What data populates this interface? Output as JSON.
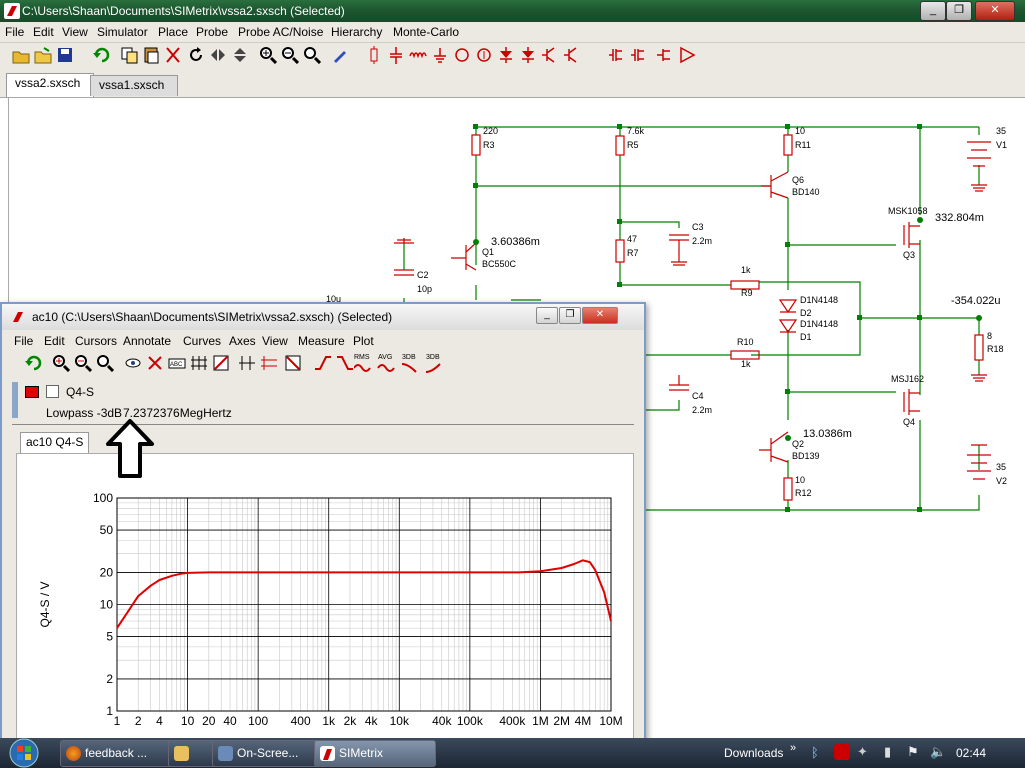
{
  "main_window": {
    "title": "C:\\Users\\Shaan\\Documents\\SIMetrix\\vssa2.sxsch (Selected)",
    "menu": [
      "File",
      "Edit",
      "View",
      "Simulator",
      "Place",
      "Probe",
      "Probe AC/Noise",
      "Hierarchy",
      "Monte-Carlo"
    ],
    "tabs": [
      "vssa2.sxsch",
      "vssa1.sxsch"
    ],
    "active_tab": 0
  },
  "schematic": {
    "labels": {
      "r3_val": "220",
      "r3": "R3",
      "r5_val": "7.6k",
      "r5": "R5",
      "r11_val": "10",
      "r11": "R11",
      "v1_val": "35",
      "v1": "V1",
      "q6": "Q6",
      "q6_part": "BD140",
      "msk": "MSK1058",
      "q3_v": "332.804m",
      "q3": "Q3",
      "c3": "C3",
      "c3_val": "2.2m",
      "r7_val": "47",
      "r7": "R7",
      "q1_v": "3.60386m",
      "q1": "Q1",
      "q1_part": "BC550C",
      "c2": "C2",
      "c2_val": "10p",
      "r9_val": "1k",
      "r9": "R9",
      "d2_part": "D1N4148",
      "d2": "D2",
      "d1_part": "D1N4148",
      "d1": "D1",
      "out_v": "-354.022u",
      "r18_val": "8",
      "r18": "R18",
      "r10": "R10",
      "r10_val": "1k",
      "msj": "MSJ162",
      "q4": "Q4",
      "c4": "C4",
      "c4_val": "2.2m",
      "q2_v": "13.0386m",
      "q2": "Q2",
      "q2_part": "BD139",
      "r12_val": "10",
      "r12": "R12",
      "v2_val": "35",
      "v2": "V2",
      "c_top": "10u"
    }
  },
  "plot_window": {
    "title": "ac10 (C:\\Users\\Shaan\\Documents\\SIMetrix\\vssa2.sxsch) (Selected)",
    "menu": [
      "File",
      "Edit",
      "Cursors",
      "Annotate",
      "Curves",
      "Axes",
      "View",
      "Measure",
      "Plot"
    ],
    "toolbar_text": [
      "RMS",
      "AVG",
      "3DB",
      "3DB"
    ],
    "legend": {
      "name": "Q4-S",
      "measure_label": "Lowpass -3dB",
      "measure_value": "7.2372376MegHertz",
      "color": "#e00000"
    },
    "tab": "ac10 Q4-S"
  },
  "chart_data": {
    "type": "line",
    "ylabel": "Q4-S / V",
    "xscale": "log",
    "yscale": "log",
    "xlim": [
      1,
      10000000
    ],
    "ylim": [
      1,
      100
    ],
    "x_ticks": [
      "1",
      "2",
      "4",
      "10",
      "20",
      "40",
      "100",
      "400",
      "1k",
      "2k",
      "4k",
      "10k",
      "40k",
      "100k",
      "400k",
      "1M",
      "2M",
      "4M",
      "10M"
    ],
    "x_tick_values": [
      1,
      2,
      4,
      10,
      20,
      40,
      100,
      400,
      1000,
      2000,
      4000,
      10000,
      40000,
      100000,
      400000,
      1000000,
      2000000,
      4000000,
      10000000
    ],
    "y_ticks": [
      "1",
      "2",
      "5",
      "10",
      "20",
      "50",
      "100"
    ],
    "y_tick_values": [
      1,
      2,
      5,
      10,
      20,
      50,
      100
    ],
    "grid": true,
    "series": [
      {
        "color": "#e00000",
        "x": [
          1,
          1.5,
          2,
          3,
          4,
          6,
          8,
          10,
          20,
          100,
          1000,
          100000,
          500000,
          1000000,
          2000000,
          3000000,
          4000000,
          5000000,
          6000000,
          8000000,
          10000000
        ],
        "y": [
          6,
          9,
          12,
          15,
          17,
          18.6,
          19.4,
          19.8,
          20,
          20,
          20,
          20,
          20,
          20.5,
          22,
          24,
          26,
          25,
          21,
          13,
          7
        ]
      }
    ]
  },
  "taskbar": {
    "tasks": [
      "feedback ...",
      "",
      "On-Scree...",
      "SIMetrix"
    ],
    "tray_label": "Downloads",
    "clock": "02:44"
  },
  "colors": {
    "wire": "#008000",
    "component": "#cc0000",
    "node": "#008000"
  }
}
